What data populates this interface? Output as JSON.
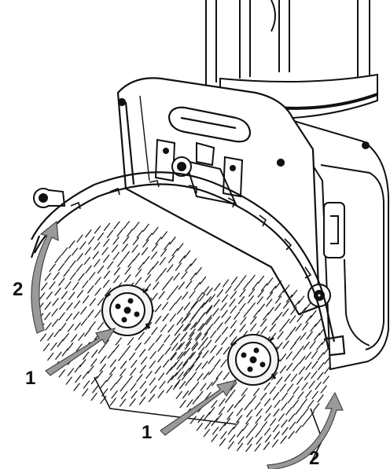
{
  "diagram": {
    "callouts": [
      {
        "id": "2a",
        "text": "2"
      },
      {
        "id": "1a",
        "text": "1"
      },
      {
        "id": "1b",
        "text": "1"
      },
      {
        "id": "2b",
        "text": "2"
      }
    ]
  },
  "colors": {
    "line": "#111111",
    "background": "#ffffff",
    "arrow_fill": "#9a9a9a",
    "arrow_stroke": "#444444"
  }
}
